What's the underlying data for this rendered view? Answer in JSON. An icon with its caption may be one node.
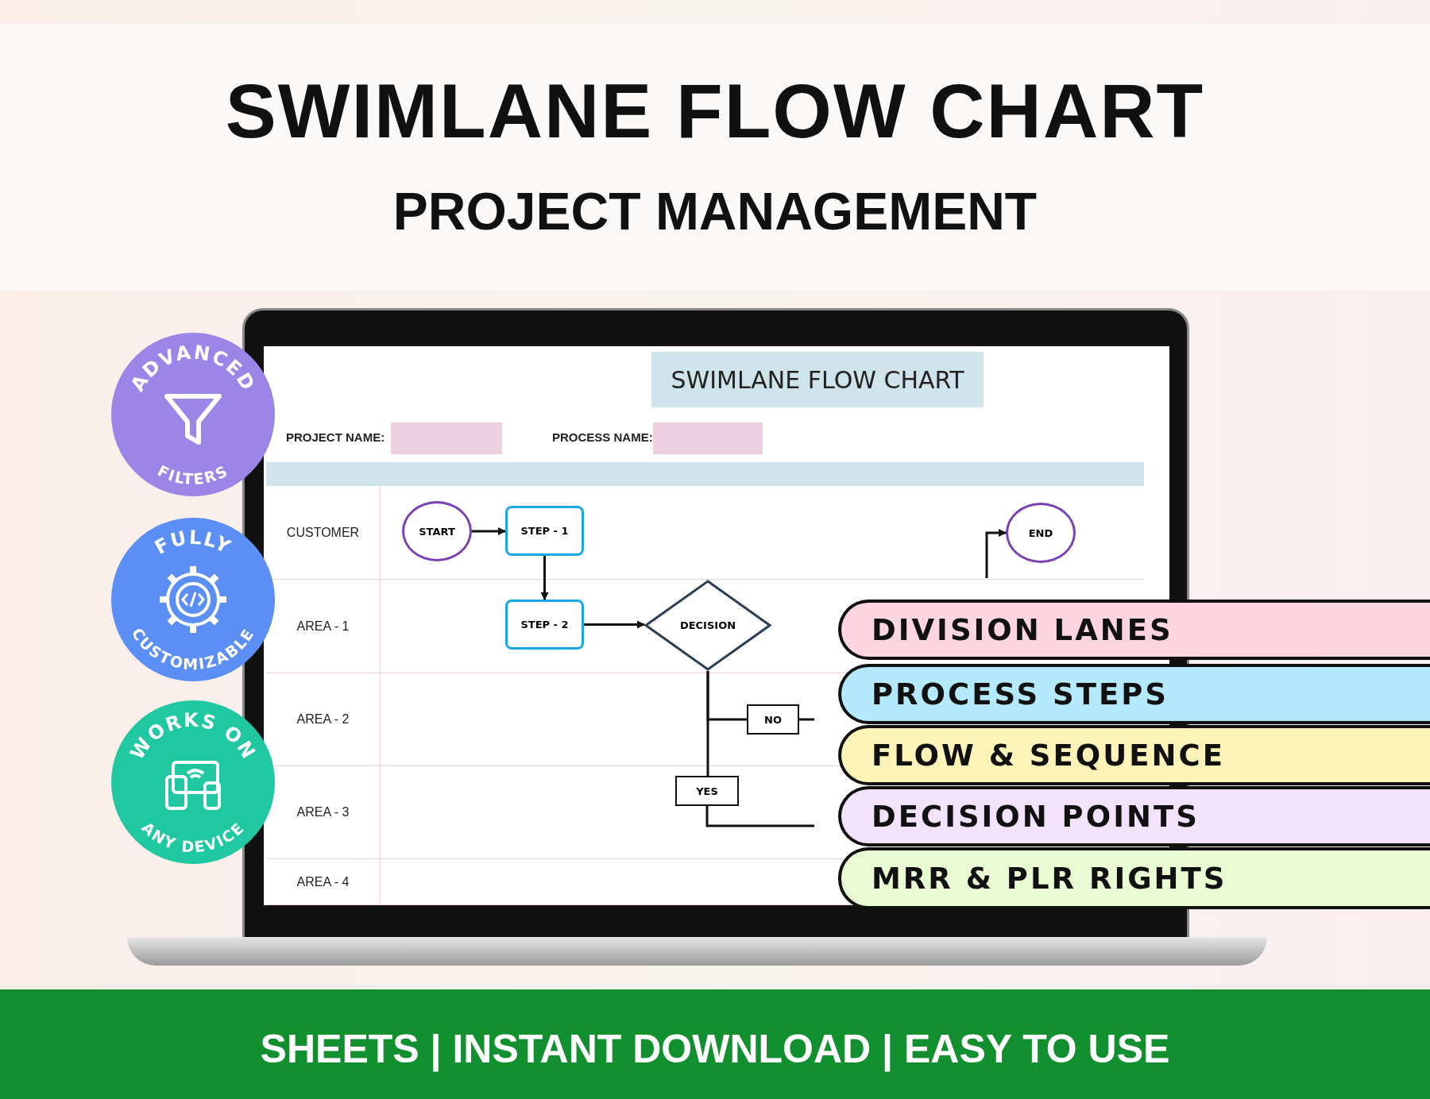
{
  "diagram": {
    "title": "SWIMLANE FLOW CHART",
    "caption": "SHEETS | INSTANT DOWNLOAD | EASY TO USE",
    "nodes": [
      {
        "text": [
          "ADVANCED",
          "FILTERS"
        ]
      },
      {
        "text": [
          "FULLY",
          "CUSTOMIZABLE"
        ]
      },
      {
        "text": [
          "WORKS ON",
          "ANY DEVICE"
        ]
      },
      {
        "text": [
          "SWIMLANE FLOW CHART"
        ]
      },
      {
        "text": [
          "CUSTOMER"
        ]
      },
      {
        "text": [
          "AREA - 1"
        ]
      },
      {
        "text": [
          "AREA - 2"
        ]
      },
      {
        "text": [
          "AREA - 3"
        ]
      },
      {
        "text": [
          "AREA - 4"
        ]
      },
      {
        "text": [
          "START"
        ],
        "in": 4
      },
      {
        "text": [
          "STEP - 1"
        ],
        "in": 4
      },
      {
        "text": [
          "END"
        ],
        "in": 4
      },
      {
        "text": [
          "STEP - 2"
        ],
        "in": 5
      },
      {
        "text": [
          "DECISION"
        ],
        "in": 5
      },
      {
        "text": [
          "NO"
        ],
        "in": 6
      },
      {
        "text": [
          "YES"
        ],
        "in": 7
      },
      {
        "text": [
          "DIVISION LANES"
        ]
      },
      {
        "text": [
          "PROCESS STEPS"
        ]
      },
      {
        "text": [
          "FLOW & SEQUENCE"
        ]
      },
      {
        "text": [
          "DECISION POINTS"
        ]
      },
      {
        "text": [
          "MRR & PLR RIGHTS"
        ]
      }
    ],
    "edges": [
      {
        "from": 9,
        "to": 10,
        "arrow": "to"
      },
      {
        "from": 10,
        "to": 12,
        "arrow": "to"
      },
      {
        "from": 12,
        "to": 13,
        "arrow": "to"
      },
      {
        "from": 13,
        "to": 14,
        "arrow": "none"
      },
      {
        "from": 13,
        "to": 15,
        "arrow": "none"
      },
      {
        "from": 14,
        "to": null,
        "arrow": "none"
      },
      {
        "from": 15,
        "to": null,
        "arrow": "none"
      },
      {
        "from": null,
        "to": 11,
        "arrow": "to"
      }
    ],
    "labels": [
      "PROJECT MANAGEMENT",
      "PROJECT NAME:",
      "PROCESS NAME:"
    ]
  }
}
